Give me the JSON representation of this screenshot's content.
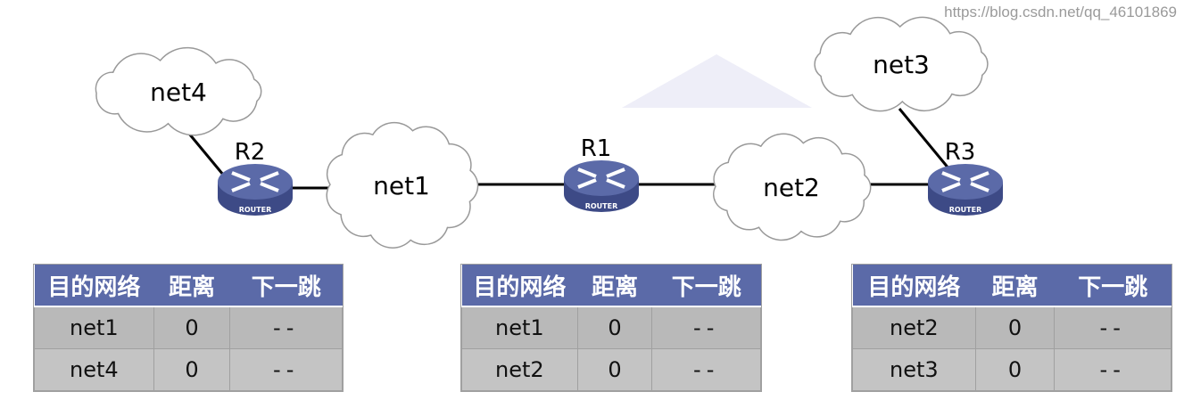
{
  "colors": {
    "header": "#5b6aa8",
    "row_a": "#b9b9b9",
    "row_b": "#c4c4c4",
    "router": "#5b6aa8"
  },
  "routers": [
    {
      "id": "R2",
      "label": "R2",
      "badge": "ROUTER"
    },
    {
      "id": "R1",
      "label": "R1",
      "badge": "ROUTER"
    },
    {
      "id": "R3",
      "label": "R3",
      "badge": "ROUTER"
    }
  ],
  "networks": [
    {
      "label": "net4"
    },
    {
      "label": "net1"
    },
    {
      "label": "net2"
    },
    {
      "label": "net3"
    }
  ],
  "table_headers": [
    "目的网络",
    "距离",
    "下一跳"
  ],
  "tables": [
    {
      "router": "R2",
      "rows": [
        [
          "net1",
          "0",
          "--"
        ],
        [
          "net4",
          "0",
          "--"
        ]
      ]
    },
    {
      "router": "R1",
      "rows": [
        [
          "net1",
          "0",
          "--"
        ],
        [
          "net2",
          "0",
          "--"
        ]
      ]
    },
    {
      "router": "R3",
      "rows": [
        [
          "net2",
          "0",
          "--"
        ],
        [
          "net3",
          "0",
          "--"
        ]
      ]
    }
  ],
  "watermark": "https://blog.csdn.net/qq_46101869"
}
